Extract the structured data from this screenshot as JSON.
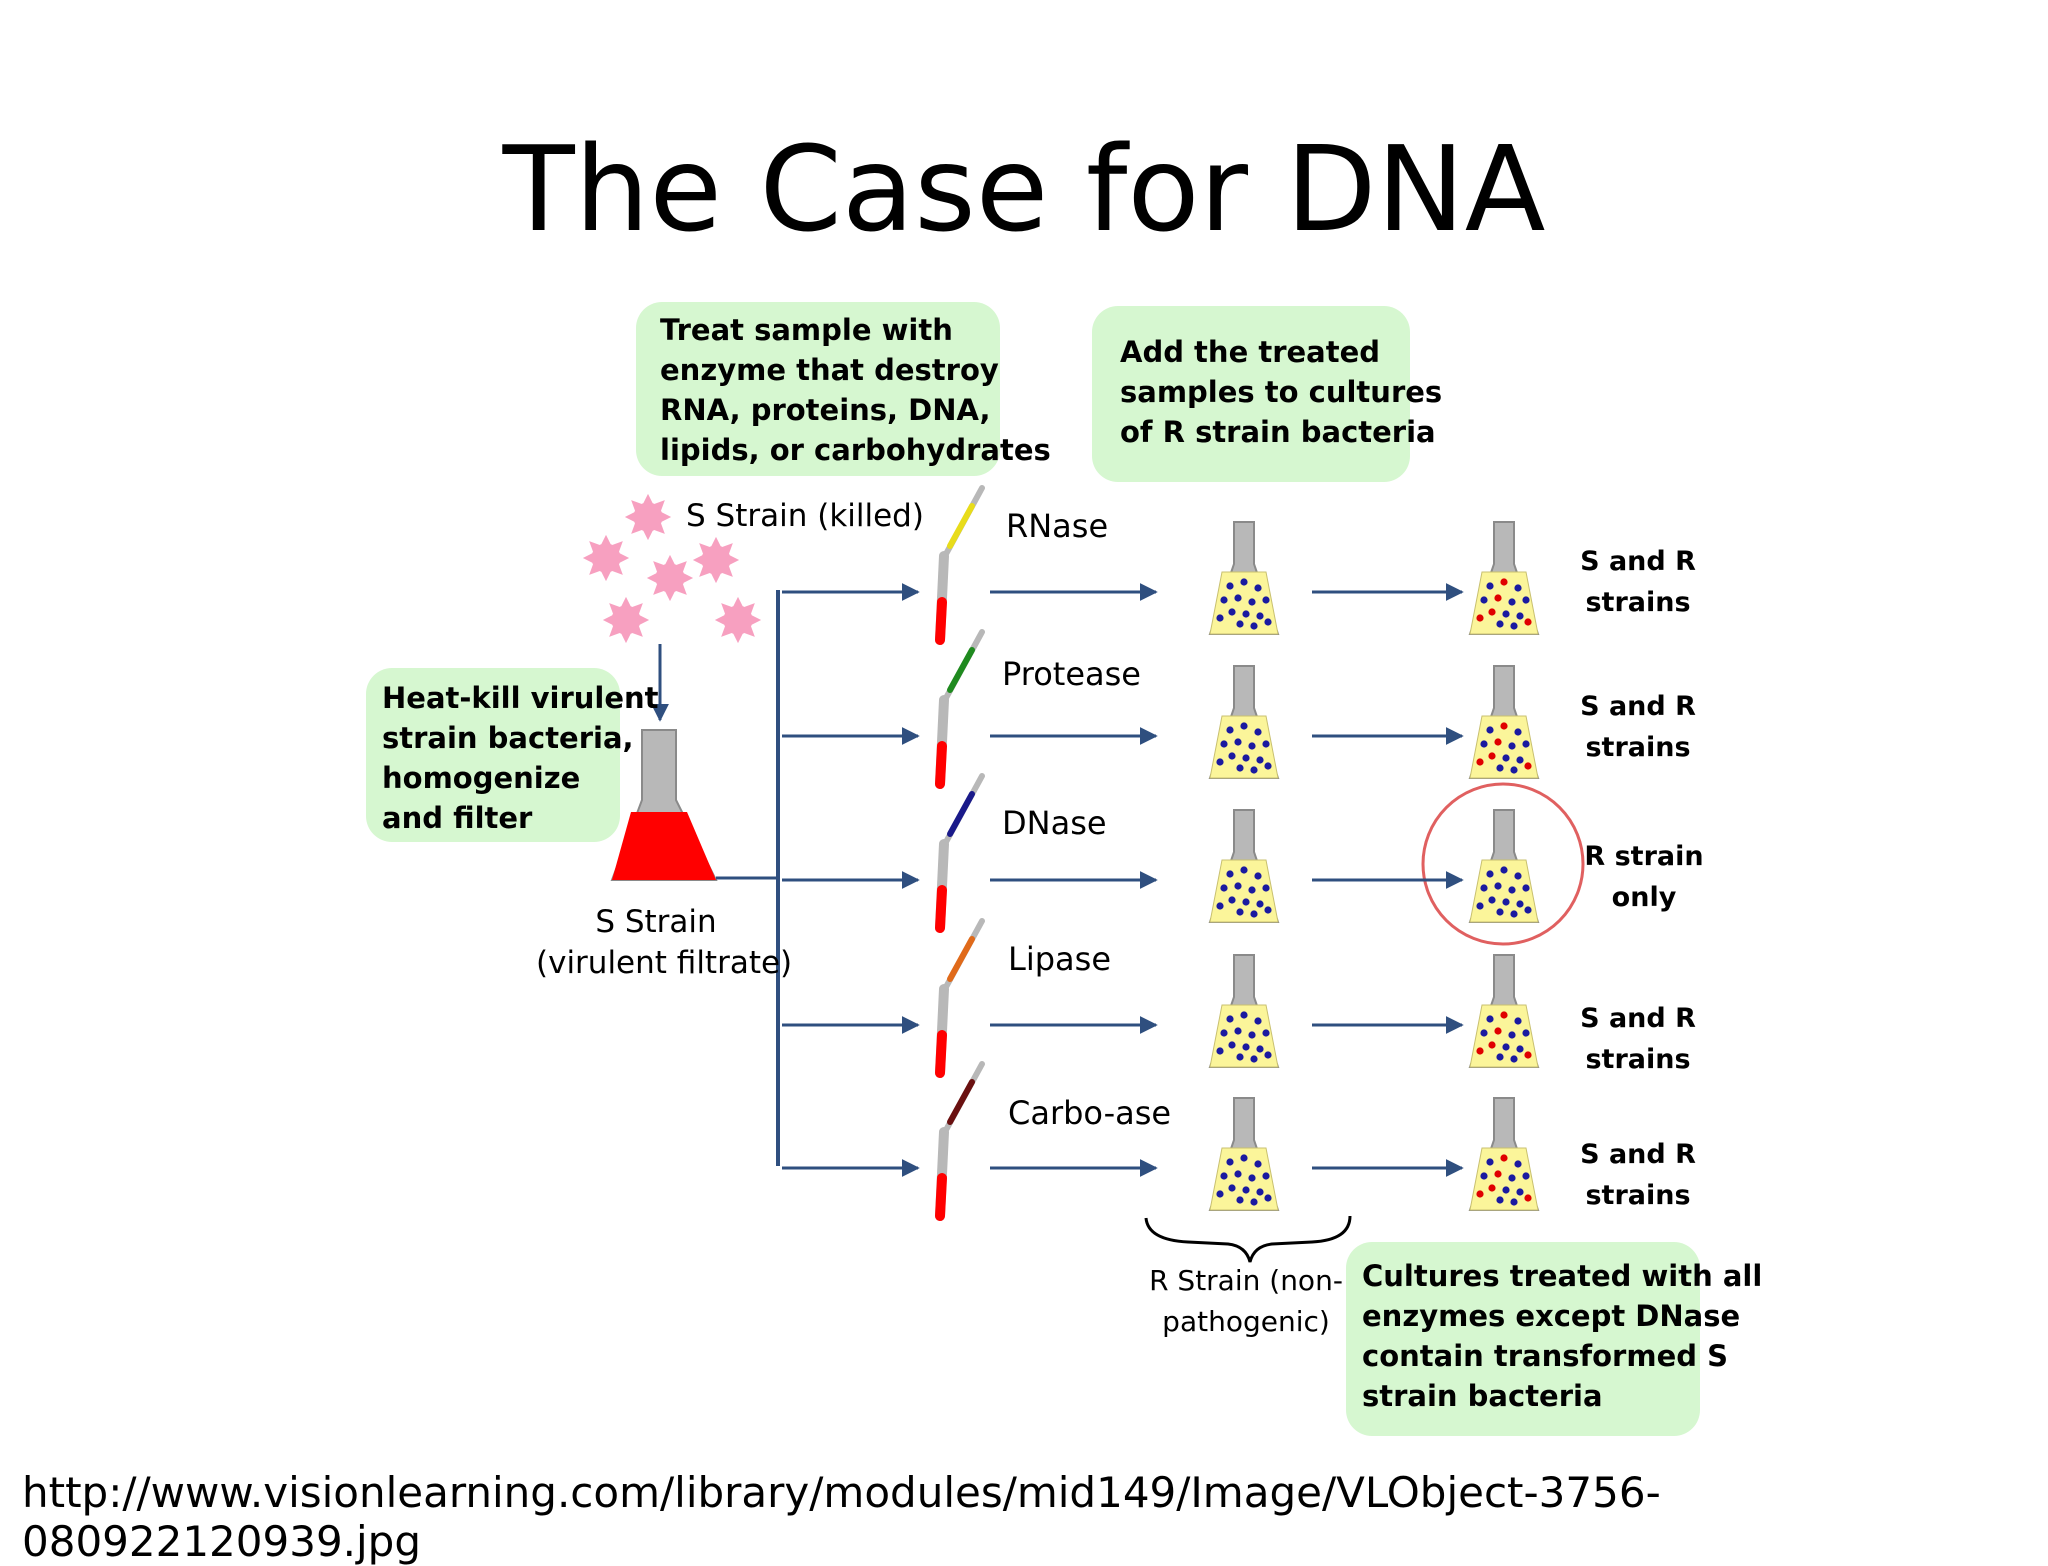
{
  "slide": {
    "title": "The Case for DNA",
    "source_url": "http://www.visionlearning.com/library/modules/mid149/Image/VLObject-3756-080922120939.jpg"
  },
  "diagram": {
    "colors": {
      "callout_bg": "#d6f7d0",
      "arrow": "#2f4f7f",
      "filtrate": "#ff0000",
      "broth": "#fbf59a",
      "cell_s": "#e00000",
      "cell_r": "#1a1aa0",
      "highlight_circle": "#e06060"
    },
    "callouts": {
      "treat": [
        "Treat sample with",
        "enzyme that destroy",
        "RNA, proteins, DNA,",
        "lipids, or carbohydrates"
      ],
      "add": [
        "Add the treated",
        "samples to cultures",
        "of R strain bacteria"
      ],
      "heat": [
        "Heat-kill virulent",
        "strain bacteria,",
        "homogenize",
        "and filter"
      ],
      "cultures": [
        "Cultures treated with all",
        "enzymes except DNase",
        "contain transformed S",
        "strain bacteria"
      ]
    },
    "s_strain_killed_label": "S Strain (killed)",
    "s_strain_label": [
      "S Strain",
      "(virulent filtrate)"
    ],
    "r_strain_label": [
      "R Strain (non-",
      "pathogenic)"
    ],
    "rows": [
      {
        "enzyme": "RNase",
        "tip_color": "#e8dc1a",
        "result": [
          "S and R",
          "strains"
        ],
        "transformed": true
      },
      {
        "enzyme": "Protease",
        "tip_color": "#1f8a1f",
        "result": [
          "S and R",
          "strains"
        ],
        "transformed": true
      },
      {
        "enzyme": "DNase",
        "tip_color": "#1a1a8a",
        "result": [
          "R strain",
          "only"
        ],
        "transformed": false
      },
      {
        "enzyme": "Lipase",
        "tip_color": "#e06a1a",
        "result": [
          "S and R",
          "strains"
        ],
        "transformed": true
      },
      {
        "enzyme": "Carbo-ase",
        "tip_color": "#6a1010",
        "result": [
          "S and R",
          "strains"
        ],
        "transformed": true
      }
    ]
  }
}
